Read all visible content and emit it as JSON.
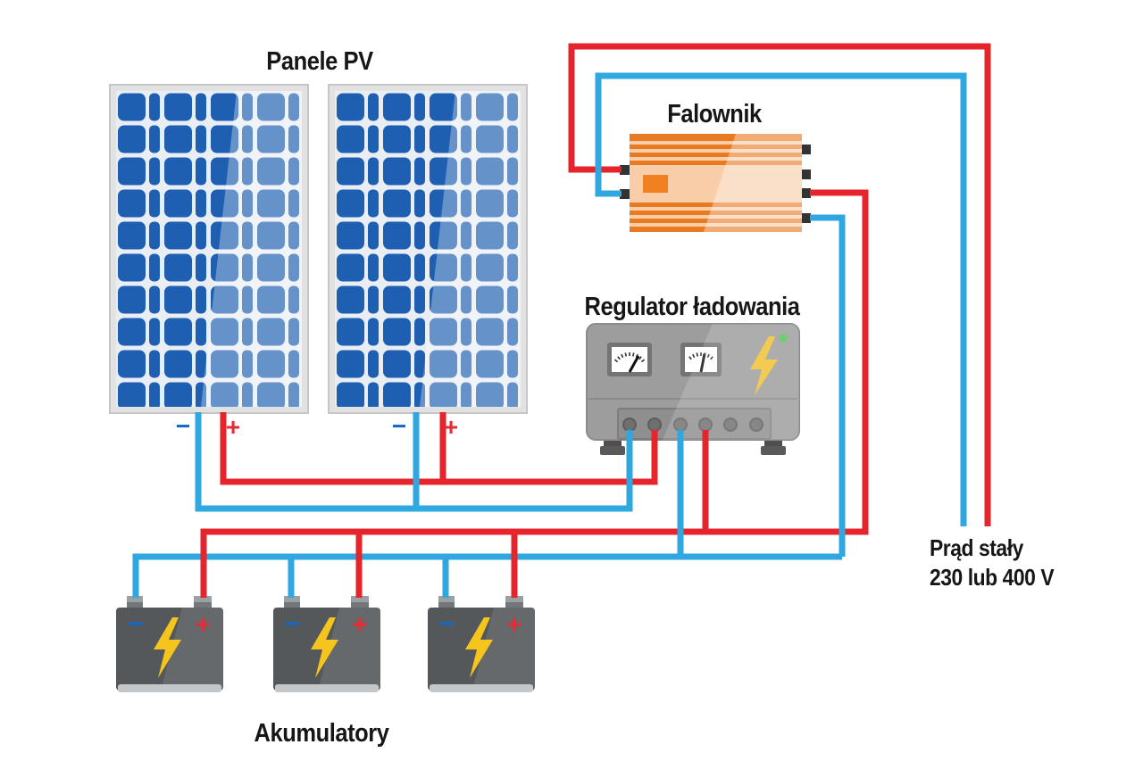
{
  "labels": {
    "panels": "Panele PV",
    "inverter": "Falownik",
    "controller": "Regulator ładowania",
    "batteries": "Akumulatory",
    "dc_note_line1": "Prąd stały",
    "dc_note_line2": "230 lub 400 V"
  },
  "terminal_signs": {
    "minus": "−",
    "plus": "+"
  },
  "components": {
    "solar_panels": {
      "count": 2
    },
    "batteries": {
      "count": 3
    },
    "charge_controller": {
      "terminals": 6,
      "wired_terminals": 4,
      "gauges": 2,
      "status_led": "green"
    },
    "inverter": {
      "left_ports": 2,
      "right_ports": 4
    }
  },
  "icons": {
    "lightning_bolt": "lightning-bolt",
    "analog_gauge": "analog-gauge",
    "status_led": "status-led"
  },
  "colors": {
    "wire_positive_red": "#e6242c",
    "wire_negative_blue": "#2fa7e0",
    "panel_cell_blue": "#1e5fb2",
    "inverter_orange": "#e87a22",
    "inverter_light": "#f9cda8",
    "bolt_yellow": "#f2c12e",
    "led_green": "#4fc84f",
    "battery_gray": "#54585b",
    "controller_gray": "#9d9d9d",
    "text_dark": "#161616"
  }
}
